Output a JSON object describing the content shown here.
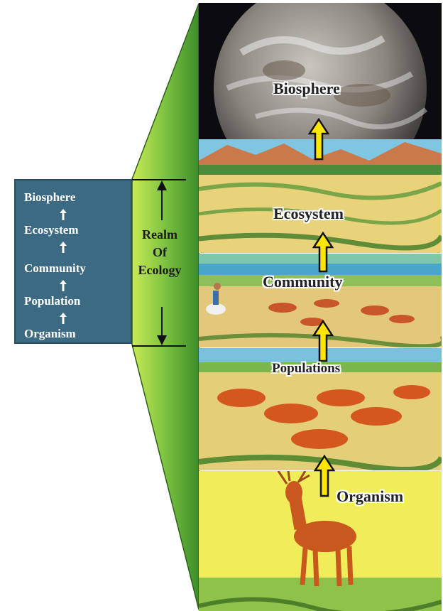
{
  "left_box": {
    "levels": [
      "Biosphere",
      "Ecosystem",
      "Community",
      "Population",
      "Organism"
    ]
  },
  "realm": {
    "line1": "Realm",
    "line2": "Of",
    "line3": "Ecology"
  },
  "stages": {
    "biosphere": "Biosphere",
    "ecosystem": "Ecosystem",
    "community": "Community",
    "populations": "Populations",
    "organism": "Organism"
  },
  "colors": {
    "box_blue": "#3d6a83",
    "funnel_green": "#5fa83a",
    "arrow_yellow": "#ffe600"
  }
}
